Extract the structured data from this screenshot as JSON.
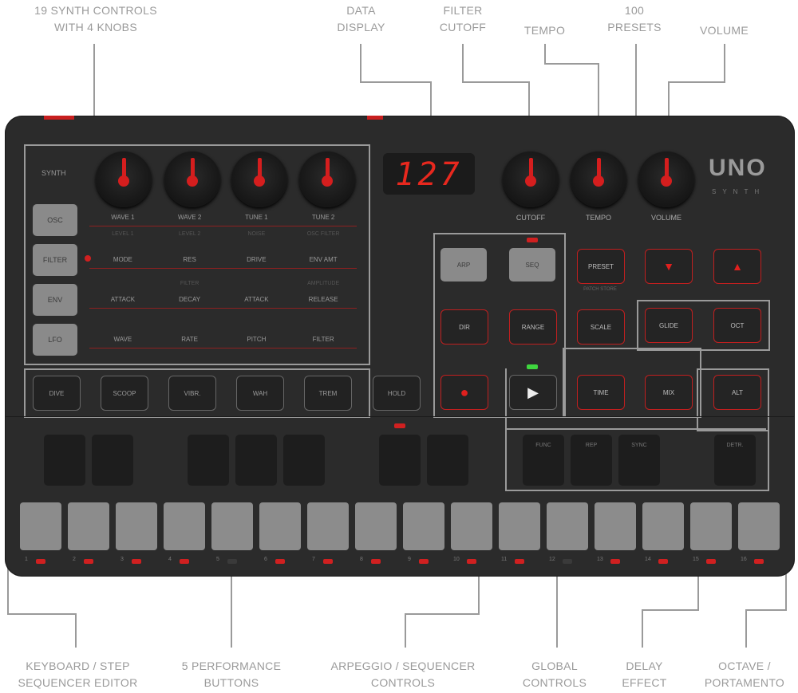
{
  "callouts": {
    "synth_controls": [
      "19 SYNTH CONTROLS",
      "WITH 4 KNOBS"
    ],
    "data_display": [
      "DATA",
      "DISPLAY"
    ],
    "filter_cutoff": [
      "FILTER",
      "CUTOFF"
    ],
    "tempo": "TEMPO",
    "presets": [
      "100",
      "PRESETS"
    ],
    "volume": "VOLUME",
    "keyboard": [
      "KEYBOARD / STEP",
      "SEQUENCER EDITOR"
    ],
    "performance": [
      "5 PERFORMANCE",
      "BUTTONS"
    ],
    "arpeggio": [
      "ARPEGGIO / SEQUENCER",
      "CONTROLS"
    ],
    "global": [
      "GLOBAL",
      "CONTROLS"
    ],
    "delay": [
      "DELAY",
      "EFFECT"
    ],
    "octave": [
      "OCTAVE /",
      "PORTAMENTO"
    ]
  },
  "device": {
    "display_value": "127",
    "logo": "UNO",
    "logo_sub": "SYNTH",
    "synth_label": "SYNTH",
    "knob_labels": [
      "CUTOFF",
      "TEMPO",
      "VOLUME"
    ],
    "side_buttons": [
      "OSC",
      "FILTER",
      "ENV",
      "LFO"
    ],
    "rows": [
      [
        "WAVE 1",
        "WAVE 2",
        "TUNE 1",
        "TUNE 2"
      ],
      [
        "MODE",
        "RES",
        "DRIVE",
        "ENV AMT"
      ],
      [
        "ATTACK",
        "DECAY",
        "ATTACK",
        "RELEASE"
      ],
      [
        "WAVE",
        "RATE",
        "PITCH",
        "FILTER"
      ]
    ],
    "row_subs": [
      [
        "LEVEL 1",
        "LEVEL 2",
        "NOISE",
        "OSC FILTER"
      ],
      [
        "",
        "FILTER",
        "",
        "AMPLITUDE"
      ]
    ],
    "perf_buttons": [
      "DIVE",
      "SCOOP",
      "VIBR.",
      "WAH",
      "TREM"
    ],
    "hold": "HOLD",
    "arp": "ARP",
    "seq": "SEQ",
    "dir": "DIR",
    "range": "RANGE",
    "scale": "SCALE",
    "preset": "PRESET",
    "preset_sub": "PATCH STORE",
    "down": "▼",
    "up": "▲",
    "glide": "GLIDE",
    "oct": "OCT",
    "time": "TIME",
    "mix": "MIX",
    "alt": "ALT",
    "global_pads": [
      "FUNC",
      "REP",
      "SYNC"
    ],
    "global_last": "DETR.",
    "play": "▶",
    "record": "●",
    "key_numbers": [
      "1",
      "2",
      "3",
      "4",
      "5",
      "6",
      "7",
      "8",
      "9",
      "10",
      "11",
      "12",
      "13",
      "14",
      "15",
      "16"
    ]
  }
}
